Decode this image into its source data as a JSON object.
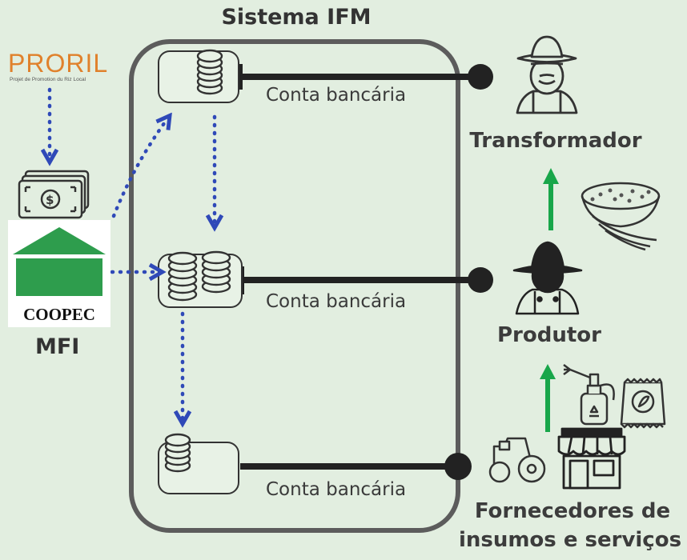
{
  "title": "Sistema IFM",
  "accounts": [
    {
      "label": "Conta bancária"
    },
    {
      "label": "Conta bancária"
    },
    {
      "label": "Conta bancária"
    }
  ],
  "actors": {
    "processor": "Transformador",
    "producer": "Produtor",
    "suppliers_line1": "Fornecedores de",
    "suppliers_line2": "insumos e serviços"
  },
  "mfi": {
    "label": "MFI",
    "logo_text": "COOPEC"
  },
  "proril": {
    "logo_text": "PRORIL",
    "subtitle": "Projet de Promotion du Riz Local"
  },
  "colors": {
    "background": "#e2eee0",
    "system_border": "#5c5c5c",
    "connector": "#222222",
    "flow_arrow": "#2f49b8",
    "goods_arrow": "#18a64a",
    "coopec_green": "#2e9d4d",
    "proril_orange": "#e0812c"
  }
}
